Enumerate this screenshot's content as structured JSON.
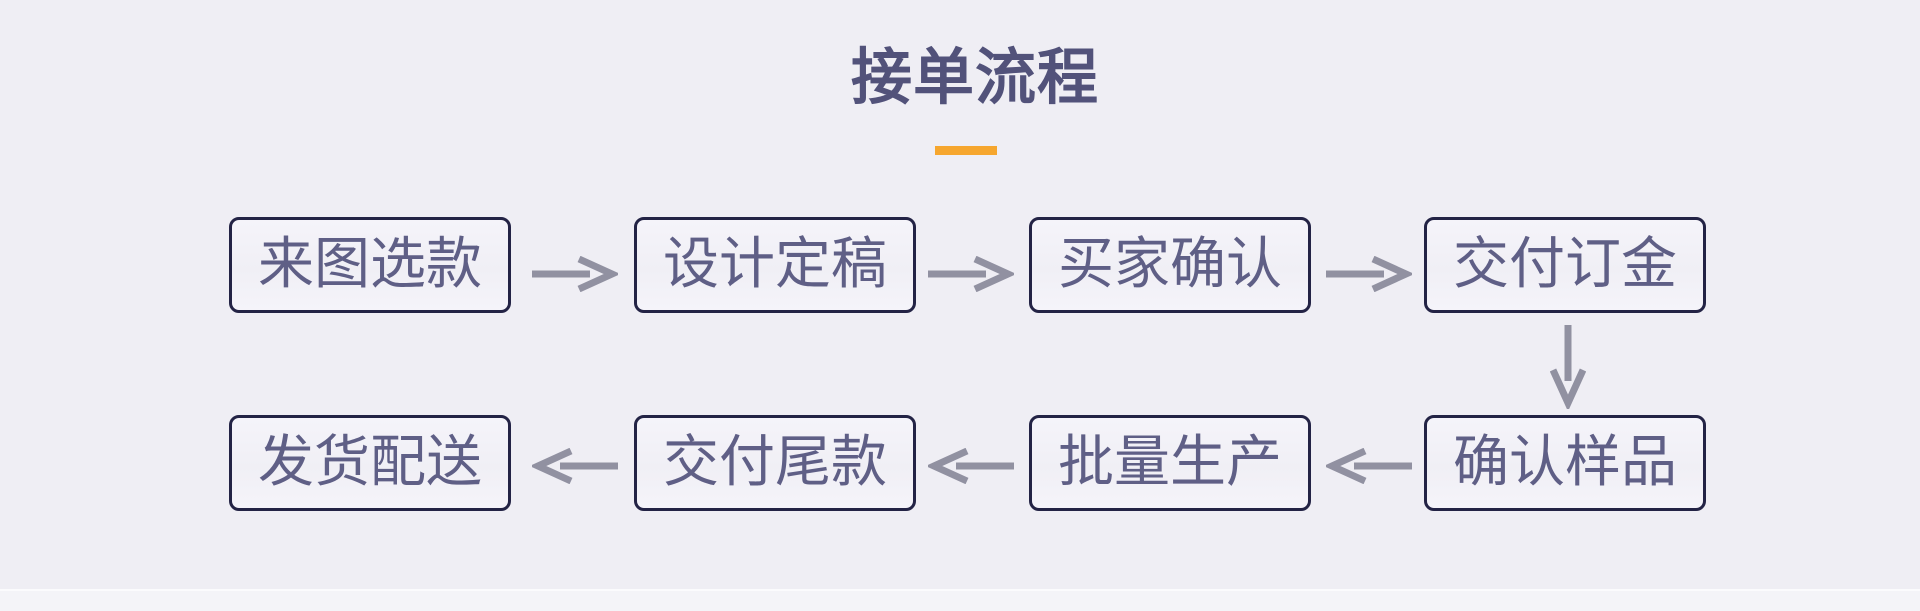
{
  "theme": {
    "bg": "#efeef4",
    "footer-band": "#f4f4f8",
    "footer-divider": "#fbfbfd",
    "title-color": "#52527a",
    "accent": "#f6a62e",
    "box-border": "#232345",
    "box-fill": "#f0eff5",
    "box-fill-top": "#f5f4fa",
    "box-text": "#5f5f86",
    "arrow": "#9191a1"
  },
  "header": {
    "title": "接单流程"
  },
  "flowchart": {
    "steps": [
      "来图选款",
      "设计定稿",
      "买家确认",
      "交付订金",
      "确认样品",
      "批量生产",
      "交付尾款",
      "发货配送"
    ]
  }
}
